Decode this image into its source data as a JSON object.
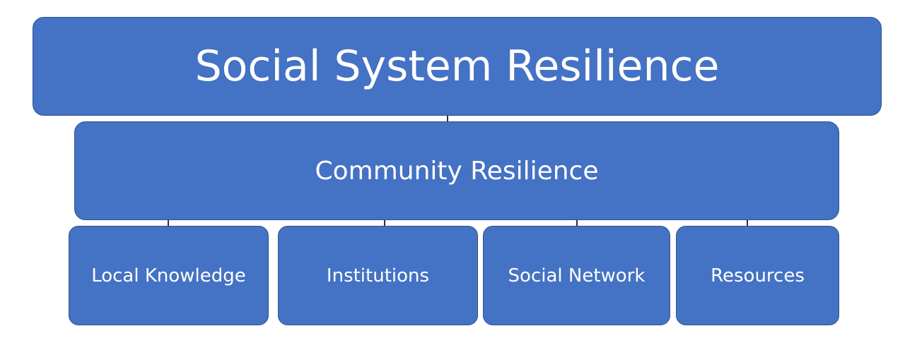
{
  "diagram": {
    "root": {
      "label": "Social System Resilience"
    },
    "middle": {
      "label": "Community Resilience"
    },
    "leaves": [
      {
        "label": "Local Knowledge"
      },
      {
        "label": "Institutions"
      },
      {
        "label": "Social Network"
      },
      {
        "label": "Resources"
      }
    ],
    "colors": {
      "box_fill": "#4472C4",
      "box_border": "#2F528F",
      "text": "#FFFFFF",
      "connector": "#2F2F2F"
    }
  }
}
